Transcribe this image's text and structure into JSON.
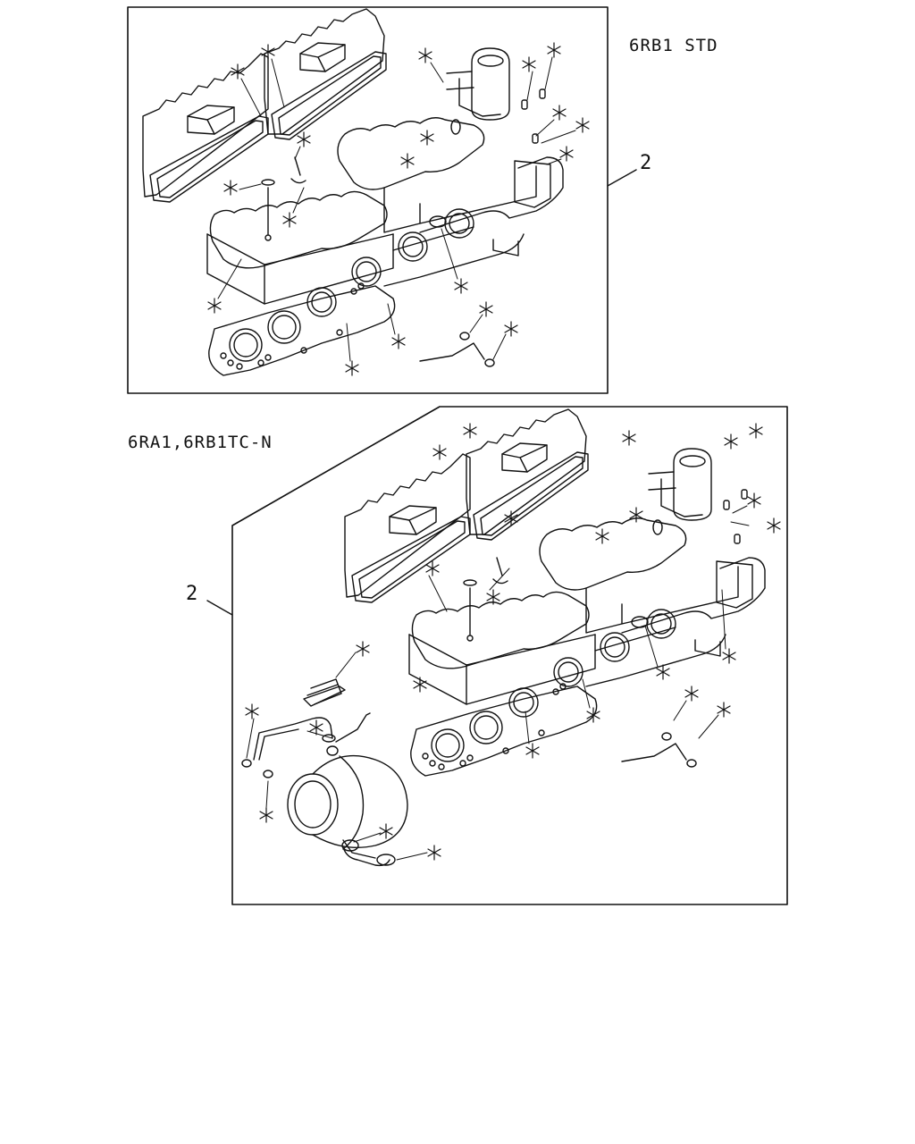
{
  "diagram": {
    "variants": [
      {
        "model_label": "6RB1 STD",
        "callout": "2"
      },
      {
        "model_label": "6RA1,6RB1TC-N",
        "callout": "2"
      }
    ],
    "part_marker": "✳"
  }
}
